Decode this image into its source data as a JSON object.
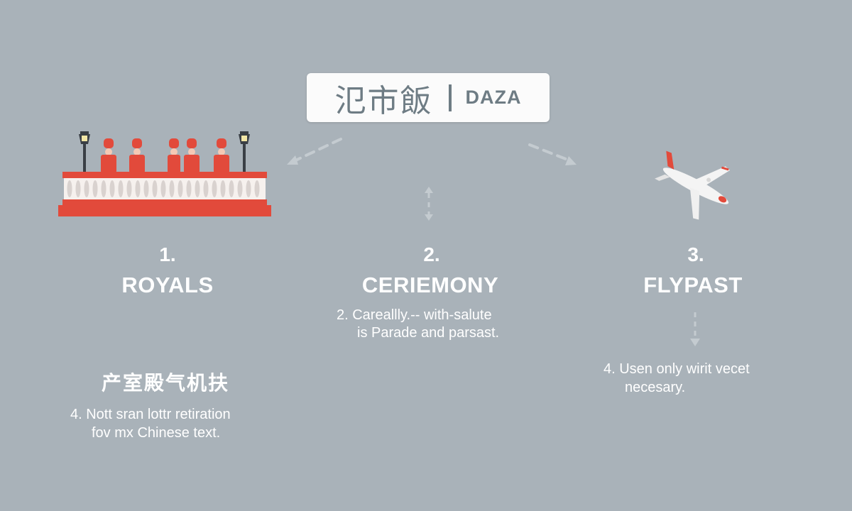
{
  "title": {
    "chinese": "氾市飯",
    "latin": "DAZA"
  },
  "steps": [
    {
      "number": "1.",
      "heading": "ROYALS"
    },
    {
      "number": "2.",
      "heading": "CERIEMONY",
      "note_line1": "2.  Careallly.-- with-salute",
      "note_line2": "is Parade and parsast."
    },
    {
      "number": "3.",
      "heading": "FLYPAST",
      "note_line1": "4.  Usen only wirit vecet",
      "note_line2": "necesary."
    }
  ],
  "footer_left": {
    "chinese_heading": "产室殿气机扶",
    "note_line1": "4.  Nott sran lottr retiration",
    "note_line2": "fov mx Chinese text."
  },
  "colors": {
    "background": "#a9b2b9",
    "accent_red": "#e24a3b",
    "text": "#ffffff",
    "title_text": "#6e7c84"
  }
}
